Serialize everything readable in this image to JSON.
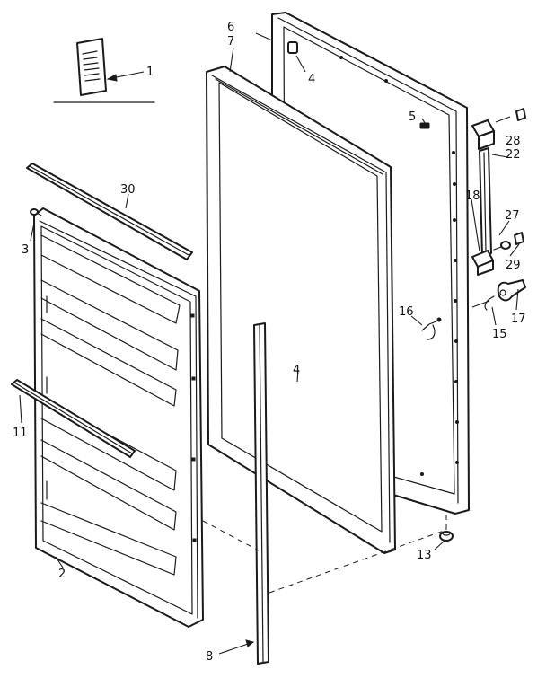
{
  "callouts": {
    "c1": "1",
    "c2": "2",
    "c3": "3",
    "c4a": "4",
    "c4b": "4",
    "c5": "5",
    "c6": "6",
    "c7": "7",
    "c8": "8",
    "c11": "11",
    "c13": "13",
    "c15": "15",
    "c16": "16",
    "c17": "17",
    "c18": "18",
    "c22": "22",
    "c27": "27",
    "c28": "28",
    "c29": "29",
    "c30": "30"
  }
}
